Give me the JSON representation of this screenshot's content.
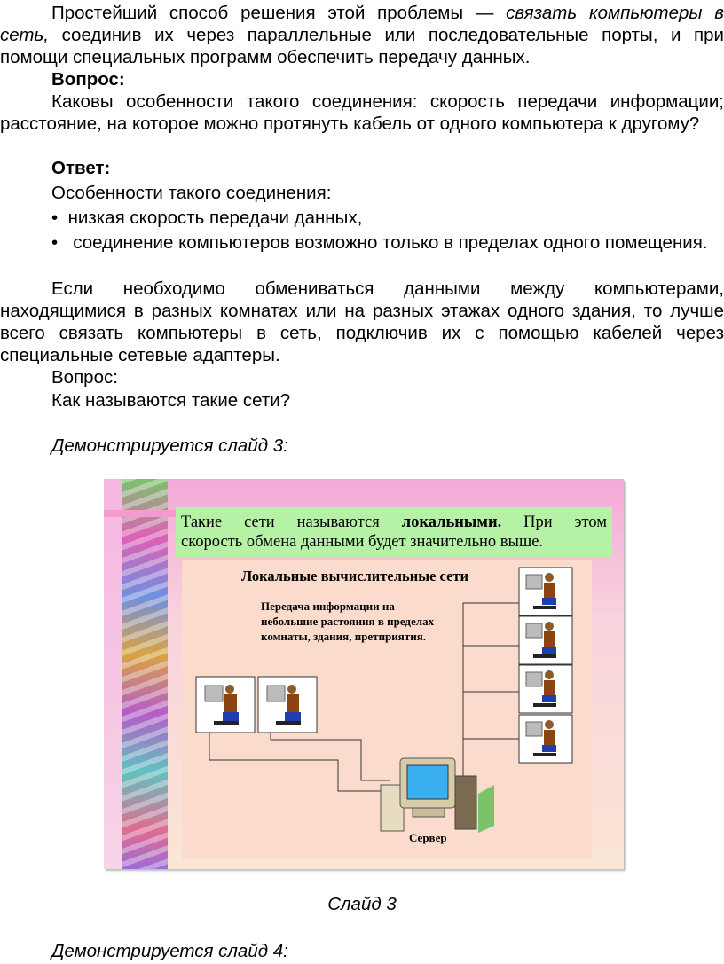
{
  "para1": {
    "before_italic": "Простейший способ решения этой проблемы — ",
    "italic": "связать компьютеры в сеть,",
    "after_italic": " соединив их через параллельные или последовательные порты, и при помощи специальных программ обеспечить передачу данных."
  },
  "question1": {
    "label": "Вопрос:",
    "text": "Каковы особенности такого соединения: скорость передачи информации; расстояние, на которое можно протянуть кабель от одного компьютера к другому?"
  },
  "answer1": {
    "label": "Ответ:",
    "intro": "Особенности такого соединения:",
    "bullets": [
      "низкая скорость передачи данных,",
      "соединение компьютеров возможно только в пределах одного помещения."
    ]
  },
  "para2": "Если необходимо обмениваться данными между компьютерами, находящимися в разных комнатах или на разных этажах одного здания, то лучше всего связать компьютеры в сеть, подключив их с помощью кабелей через специальные сетевые адаптеры.",
  "question2": {
    "label": "Вопрос:",
    "text": "Как называются такие сети?"
  },
  "demo3": "Демонстрируется слайд 3:",
  "slide3": {
    "callout_before": "Такие сети называются ",
    "callout_bold": "локальными.",
    "callout_after": " При этом скорость обмена данными будет значительно выше.",
    "diagram_title": "Локальные вычислительные сети",
    "diagram_desc": "Передача информации на небольшие растояния в пределах комнаты, здания, претприятия.",
    "server_label": "Сервер"
  },
  "caption3": "Слайд 3",
  "demo4": "Демонстрируется слайд 4:"
}
